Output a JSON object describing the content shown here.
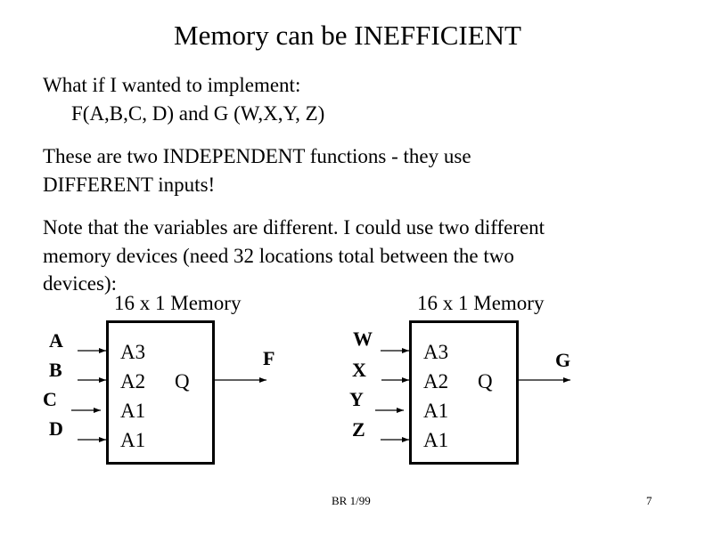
{
  "slide": {
    "title": "Memory can be INEFFICIENT",
    "intro_line1": "What if I wanted to implement:",
    "intro_line2": "F(A,B,C, D) and   G (W,X,Y, Z)",
    "para2_line1": "These are two INDEPENDENT functions - they use",
    "para2_line2": "DIFFERENT inputs!",
    "para3_line1": "Note that the variables are different.  I could use two different",
    "para3_line2": "memory devices  (need 32 locations total between the two",
    "para3_line3": "devices):"
  },
  "memory_left": {
    "label": "16 x 1 Memory",
    "inputs": [
      "A",
      "B",
      "C",
      "D"
    ],
    "pins": [
      "A3",
      "A2",
      "A1",
      "A1"
    ],
    "output_pin": "Q",
    "output": "F"
  },
  "memory_right": {
    "label": "16 x 1 Memory",
    "inputs": [
      "W",
      "X",
      "Y",
      "Z"
    ],
    "pins": [
      "A3",
      "A2",
      "A1",
      "A1"
    ],
    "output_pin": "Q",
    "output": "G"
  },
  "footer": {
    "author_date": "BR 1/99",
    "page_number": "7"
  }
}
